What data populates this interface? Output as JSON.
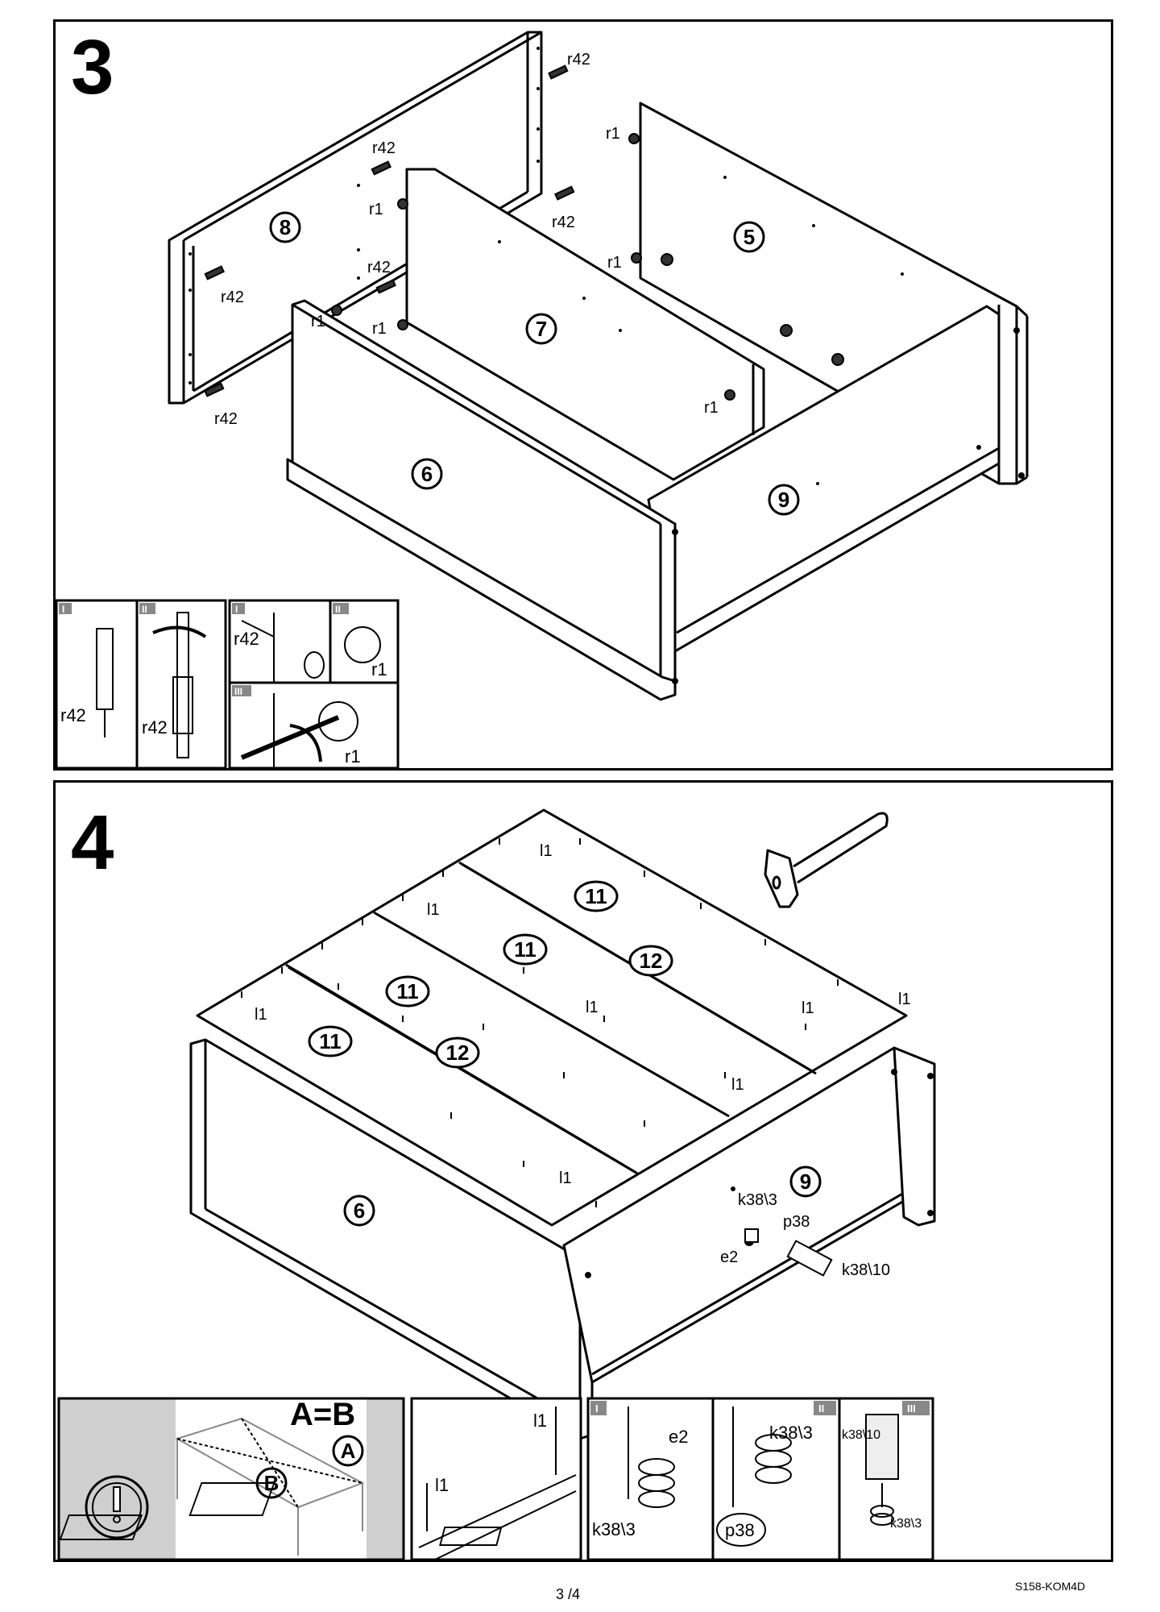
{
  "page": {
    "number": "3 /4",
    "code": "S158-KOM4D"
  },
  "step3": {
    "number": "3",
    "parts": {
      "p8": "8",
      "p7": "7",
      "p5": "5",
      "p6": "6",
      "p9": "9"
    },
    "labels": {
      "r42": "r42",
      "r1": "r1"
    },
    "insets": {
      "roman1": "I",
      "roman2": "II",
      "roman3": "III"
    }
  },
  "step4": {
    "number": "4",
    "parts": {
      "p11": "11",
      "p12": "12",
      "p9": "9",
      "p6": "6"
    },
    "labels": {
      "l1": "l1",
      "k38_3": "k38\\3",
      "p38": "p38",
      "e2": "e2",
      "k38_10": "k38\\10"
    },
    "insets": {
      "ab": "A=B",
      "A": "A",
      "B": "B",
      "roman1": "I",
      "roman2": "II",
      "roman3": "III"
    }
  }
}
